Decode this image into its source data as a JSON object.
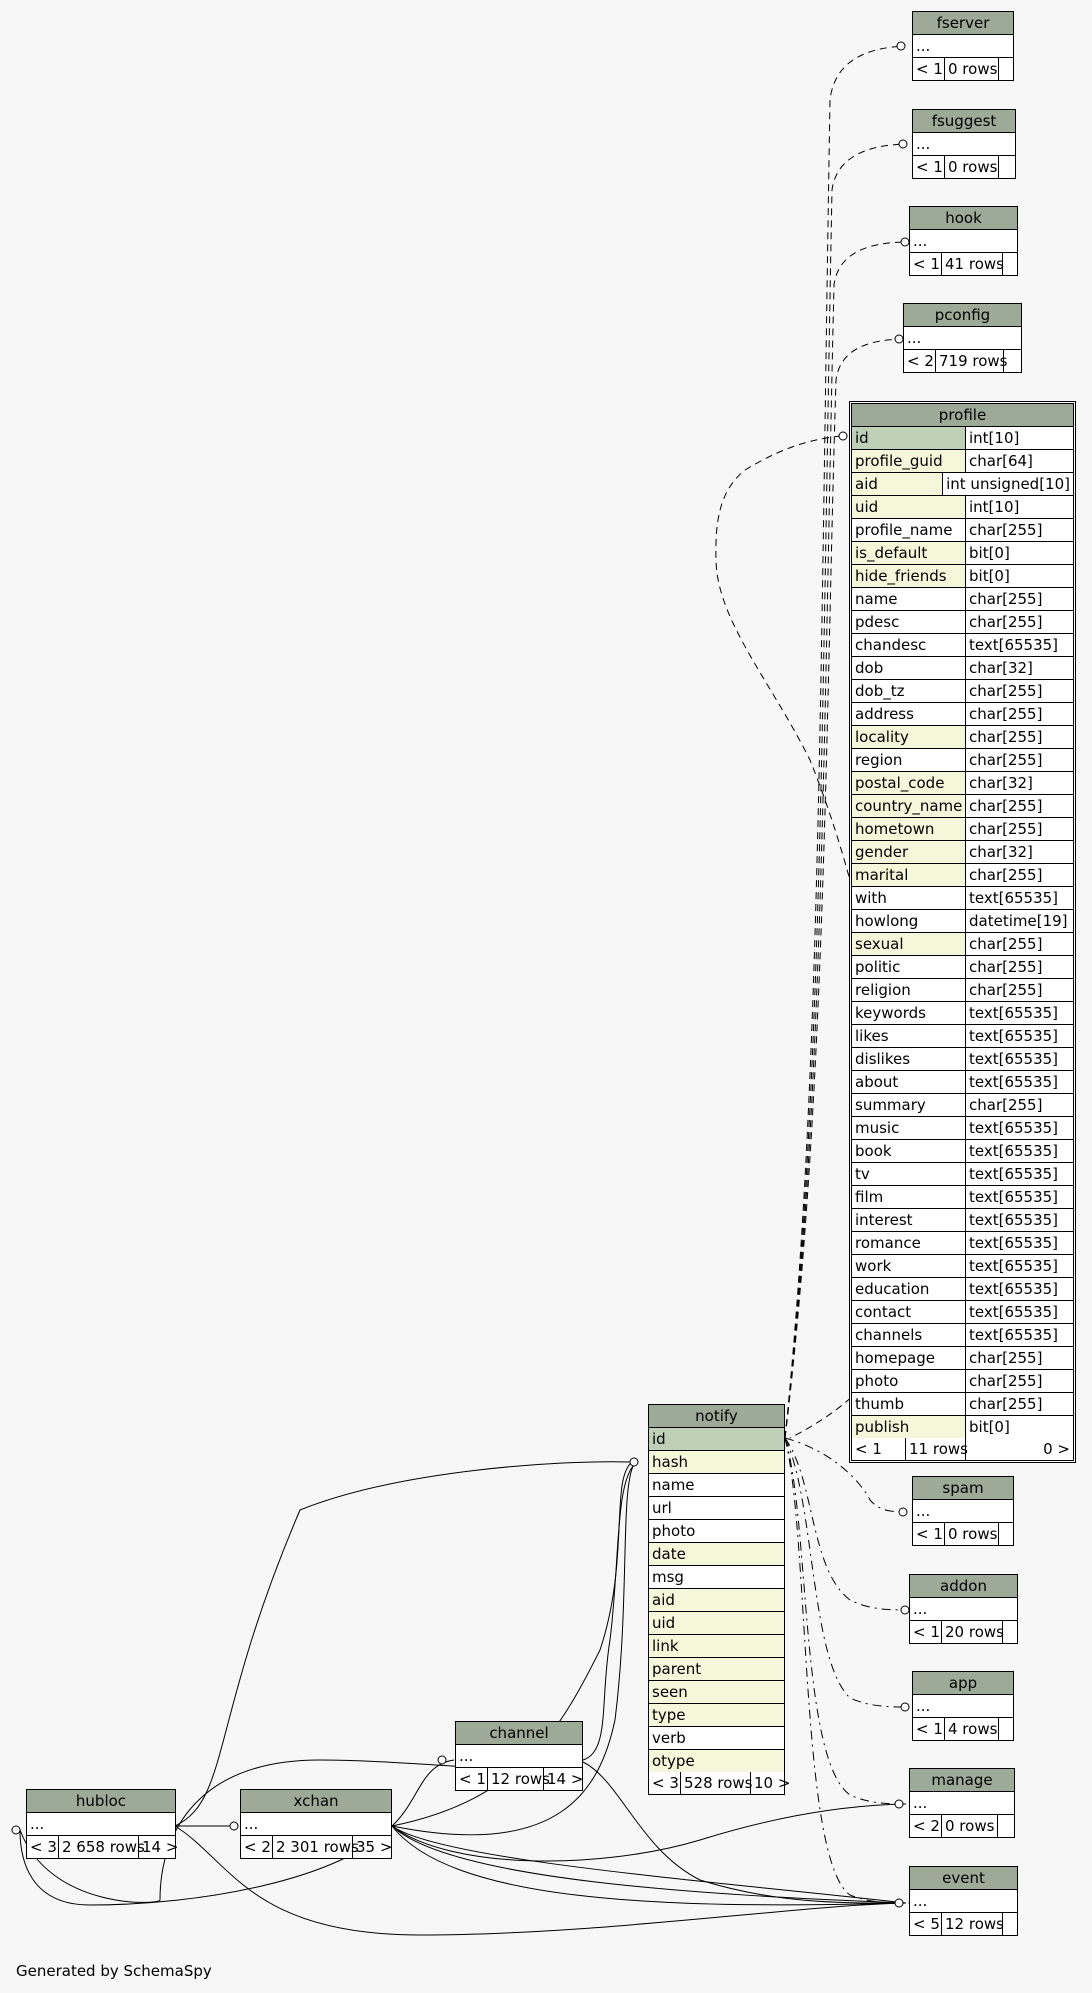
{
  "footer": "Generated by SchemaSpy",
  "colors": {
    "header": "#9daa98",
    "primary_key": "#bed1b8",
    "indexed": "#f4f7da",
    "background": "#f7f7f7"
  },
  "tables": {
    "fserver": {
      "name": "fserver",
      "body": "...",
      "foot": [
        "< 1",
        "0 rows",
        ""
      ]
    },
    "fsuggest": {
      "name": "fsuggest",
      "body": "...",
      "foot": [
        "< 1",
        "0 rows",
        ""
      ]
    },
    "hook": {
      "name": "hook",
      "body": "...",
      "foot": [
        "< 1",
        "41 rows",
        ""
      ]
    },
    "pconfig": {
      "name": "pconfig",
      "body": "...",
      "foot": [
        "< 2",
        "719 rows",
        ""
      ]
    },
    "spam": {
      "name": "spam",
      "body": "...",
      "foot": [
        "< 1",
        "0 rows",
        ""
      ]
    },
    "addon": {
      "name": "addon",
      "body": "...",
      "foot": [
        "< 1",
        "20 rows",
        ""
      ]
    },
    "app": {
      "name": "app",
      "body": "...",
      "foot": [
        "< 1",
        "4 rows",
        ""
      ]
    },
    "manage": {
      "name": "manage",
      "body": "...",
      "foot": [
        "< 2",
        "0 rows",
        ""
      ]
    },
    "event": {
      "name": "event",
      "body": "...",
      "foot": [
        "< 5",
        "12 rows",
        ""
      ]
    },
    "channel": {
      "name": "channel",
      "body": "...",
      "foot": [
        "< 1",
        "12 rows",
        "14 >"
      ]
    },
    "xchan": {
      "name": "xchan",
      "body": "...",
      "foot": [
        "< 2",
        "2 301 rows",
        "35 >"
      ]
    },
    "hubloc": {
      "name": "hubloc",
      "body": "...",
      "foot": [
        "< 3",
        "2 658 rows",
        "14 >"
      ]
    }
  },
  "profile": {
    "name": "profile",
    "columns": [
      {
        "name": "id",
        "type": "int[10]",
        "kind": "pk"
      },
      {
        "name": "profile_guid",
        "type": "char[64]",
        "kind": "idx"
      },
      {
        "name": "aid",
        "type": "int unsigned[10]",
        "kind": "idx"
      },
      {
        "name": "uid",
        "type": "int[10]",
        "kind": "idx"
      },
      {
        "name": "profile_name",
        "type": "char[255]",
        "kind": ""
      },
      {
        "name": "is_default",
        "type": "bit[0]",
        "kind": "idx"
      },
      {
        "name": "hide_friends",
        "type": "bit[0]",
        "kind": "idx"
      },
      {
        "name": "name",
        "type": "char[255]",
        "kind": ""
      },
      {
        "name": "pdesc",
        "type": "char[255]",
        "kind": ""
      },
      {
        "name": "chandesc",
        "type": "text[65535]",
        "kind": ""
      },
      {
        "name": "dob",
        "type": "char[32]",
        "kind": ""
      },
      {
        "name": "dob_tz",
        "type": "char[255]",
        "kind": ""
      },
      {
        "name": "address",
        "type": "char[255]",
        "kind": ""
      },
      {
        "name": "locality",
        "type": "char[255]",
        "kind": "idx"
      },
      {
        "name": "region",
        "type": "char[255]",
        "kind": ""
      },
      {
        "name": "postal_code",
        "type": "char[32]",
        "kind": "idx"
      },
      {
        "name": "country_name",
        "type": "char[255]",
        "kind": "idx"
      },
      {
        "name": "hometown",
        "type": "char[255]",
        "kind": "idx"
      },
      {
        "name": "gender",
        "type": "char[32]",
        "kind": "idx"
      },
      {
        "name": "marital",
        "type": "char[255]",
        "kind": "idx"
      },
      {
        "name": "with",
        "type": "text[65535]",
        "kind": ""
      },
      {
        "name": "howlong",
        "type": "datetime[19]",
        "kind": ""
      },
      {
        "name": "sexual",
        "type": "char[255]",
        "kind": "idx"
      },
      {
        "name": "politic",
        "type": "char[255]",
        "kind": ""
      },
      {
        "name": "religion",
        "type": "char[255]",
        "kind": ""
      },
      {
        "name": "keywords",
        "type": "text[65535]",
        "kind": ""
      },
      {
        "name": "likes",
        "type": "text[65535]",
        "kind": ""
      },
      {
        "name": "dislikes",
        "type": "text[65535]",
        "kind": ""
      },
      {
        "name": "about",
        "type": "text[65535]",
        "kind": ""
      },
      {
        "name": "summary",
        "type": "char[255]",
        "kind": ""
      },
      {
        "name": "music",
        "type": "text[65535]",
        "kind": ""
      },
      {
        "name": "book",
        "type": "text[65535]",
        "kind": ""
      },
      {
        "name": "tv",
        "type": "text[65535]",
        "kind": ""
      },
      {
        "name": "film",
        "type": "text[65535]",
        "kind": ""
      },
      {
        "name": "interest",
        "type": "text[65535]",
        "kind": ""
      },
      {
        "name": "romance",
        "type": "text[65535]",
        "kind": ""
      },
      {
        "name": "work",
        "type": "text[65535]",
        "kind": ""
      },
      {
        "name": "education",
        "type": "text[65535]",
        "kind": ""
      },
      {
        "name": "contact",
        "type": "text[65535]",
        "kind": ""
      },
      {
        "name": "channels",
        "type": "text[65535]",
        "kind": ""
      },
      {
        "name": "homepage",
        "type": "char[255]",
        "kind": ""
      },
      {
        "name": "photo",
        "type": "char[255]",
        "kind": ""
      },
      {
        "name": "thumb",
        "type": "char[255]",
        "kind": ""
      },
      {
        "name": "publish",
        "type": "bit[0]",
        "kind": "idx"
      }
    ],
    "foot": [
      "< 1",
      "11 rows",
      "0 >"
    ]
  },
  "notify": {
    "name": "notify",
    "columns": [
      {
        "name": "id",
        "kind": "pk"
      },
      {
        "name": "hash",
        "kind": "idx"
      },
      {
        "name": "name",
        "kind": ""
      },
      {
        "name": "url",
        "kind": ""
      },
      {
        "name": "photo",
        "kind": ""
      },
      {
        "name": "date",
        "kind": "idx"
      },
      {
        "name": "msg",
        "kind": ""
      },
      {
        "name": "aid",
        "kind": "idx"
      },
      {
        "name": "uid",
        "kind": "idx"
      },
      {
        "name": "link",
        "kind": "idx"
      },
      {
        "name": "parent",
        "kind": "idx"
      },
      {
        "name": "seen",
        "kind": "idx"
      },
      {
        "name": "type",
        "kind": "idx"
      },
      {
        "name": "verb",
        "kind": ""
      },
      {
        "name": "otype",
        "kind": "idx"
      }
    ],
    "foot": [
      "< 3",
      "528 rows",
      "10 >"
    ]
  }
}
